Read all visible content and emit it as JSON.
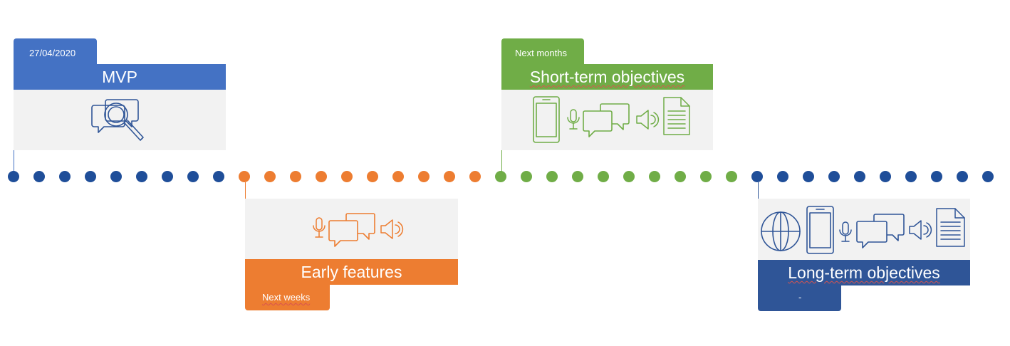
{
  "colors": {
    "blue": "#4472c4",
    "orange": "#ed7d31",
    "green": "#70ad47",
    "navy": "#2f5597",
    "dark_blue_dot": "#1f4e99",
    "panel": "#f2f2f2"
  },
  "milestones": [
    {
      "id": "mvp",
      "tab_label": "27/04/2020",
      "title": "MVP",
      "icons": [
        "chat-search-icon"
      ],
      "color": "#4472c4"
    },
    {
      "id": "early",
      "tab_label": "Next weeks",
      "title": "Early features",
      "icons": [
        "microphone-icon",
        "chat-bubbles-icon",
        "speaker-icon"
      ],
      "color": "#ed7d31"
    },
    {
      "id": "short",
      "tab_label": "Next months",
      "title": "Short-term objectives",
      "icons": [
        "smartphone-icon",
        "microphone-icon",
        "chat-bubbles-icon",
        "speaker-icon",
        "document-icon"
      ],
      "color": "#70ad47"
    },
    {
      "id": "long",
      "tab_label": "-",
      "title": "Long-term objectives",
      "icons": [
        "globe-icon",
        "smartphone-icon",
        "microphone-icon",
        "chat-bubbles-icon",
        "speaker-icon",
        "document-icon"
      ],
      "color": "#2f5597"
    }
  ],
  "timeline": {
    "segments": [
      {
        "color": "#1f4e99",
        "count": 9
      },
      {
        "color": "#ed7d31",
        "count": 10
      },
      {
        "color": "#70ad47",
        "count": 10
      },
      {
        "color": "#1f4e99",
        "count": 10
      }
    ]
  }
}
